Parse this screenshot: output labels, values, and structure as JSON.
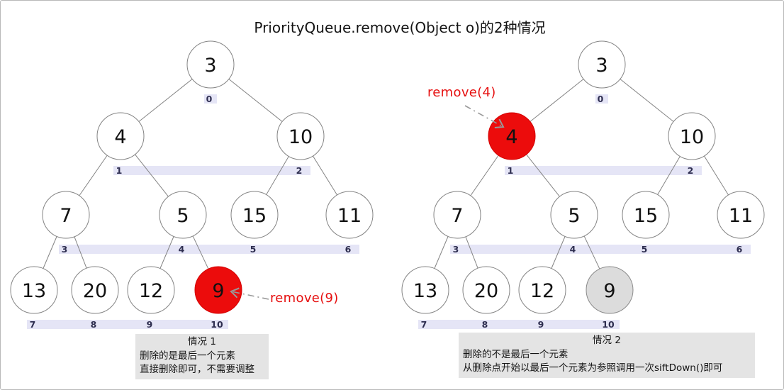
{
  "title": "PriorityQueue.remove(Object o)的2种情况",
  "colors": {
    "node_fill": "#ffffff",
    "node_stroke": "#848484",
    "removed_fill": "#ec0c0c",
    "removed_stroke": "#d40000",
    "last_fill": "#dcdcdc",
    "last_stroke": "#8a8a8a",
    "band_fill": "#e5e5f6",
    "index_text": "#2e2e50",
    "edge_color": "#848484",
    "arrow_color": "#999999",
    "remove_text": "#e60f0f",
    "caption_bg": "#e4e4e4",
    "value_text": "#111111"
  },
  "trees": [
    {
      "name": "case-1",
      "remove_label": "remove(9)",
      "nodes": [
        {
          "value": "3",
          "index": "0",
          "state": "normal"
        },
        {
          "value": "4",
          "index": "1",
          "state": "normal"
        },
        {
          "value": "10",
          "index": "2",
          "state": "normal"
        },
        {
          "value": "7",
          "index": "3",
          "state": "normal"
        },
        {
          "value": "5",
          "index": "4",
          "state": "normal"
        },
        {
          "value": "15",
          "index": "5",
          "state": "normal"
        },
        {
          "value": "11",
          "index": "6",
          "state": "normal"
        },
        {
          "value": "13",
          "index": "7",
          "state": "normal"
        },
        {
          "value": "20",
          "index": "8",
          "state": "normal"
        },
        {
          "value": "12",
          "index": "9",
          "state": "normal"
        },
        {
          "value": "9",
          "index": "10",
          "state": "removed"
        }
      ],
      "caption": {
        "title": "情况 1",
        "lines": [
          "删除的是最后一个元素",
          "直接删除即可，不需要调整"
        ]
      }
    },
    {
      "name": "case-2",
      "remove_label": "remove(4)",
      "nodes": [
        {
          "value": "3",
          "index": "0",
          "state": "normal"
        },
        {
          "value": "4",
          "index": "1",
          "state": "removed"
        },
        {
          "value": "10",
          "index": "2",
          "state": "normal"
        },
        {
          "value": "7",
          "index": "3",
          "state": "normal"
        },
        {
          "value": "5",
          "index": "4",
          "state": "normal"
        },
        {
          "value": "15",
          "index": "5",
          "state": "normal"
        },
        {
          "value": "11",
          "index": "6",
          "state": "normal"
        },
        {
          "value": "13",
          "index": "7",
          "state": "normal"
        },
        {
          "value": "20",
          "index": "8",
          "state": "normal"
        },
        {
          "value": "12",
          "index": "9",
          "state": "normal"
        },
        {
          "value": "9",
          "index": "10",
          "state": "last"
        }
      ],
      "caption": {
        "title": "情况 2",
        "lines": [
          "删除的不是最后一个元素",
          "从删除点开始以最后一个元素为参照调用一次siftDown()即可"
        ]
      }
    }
  ]
}
